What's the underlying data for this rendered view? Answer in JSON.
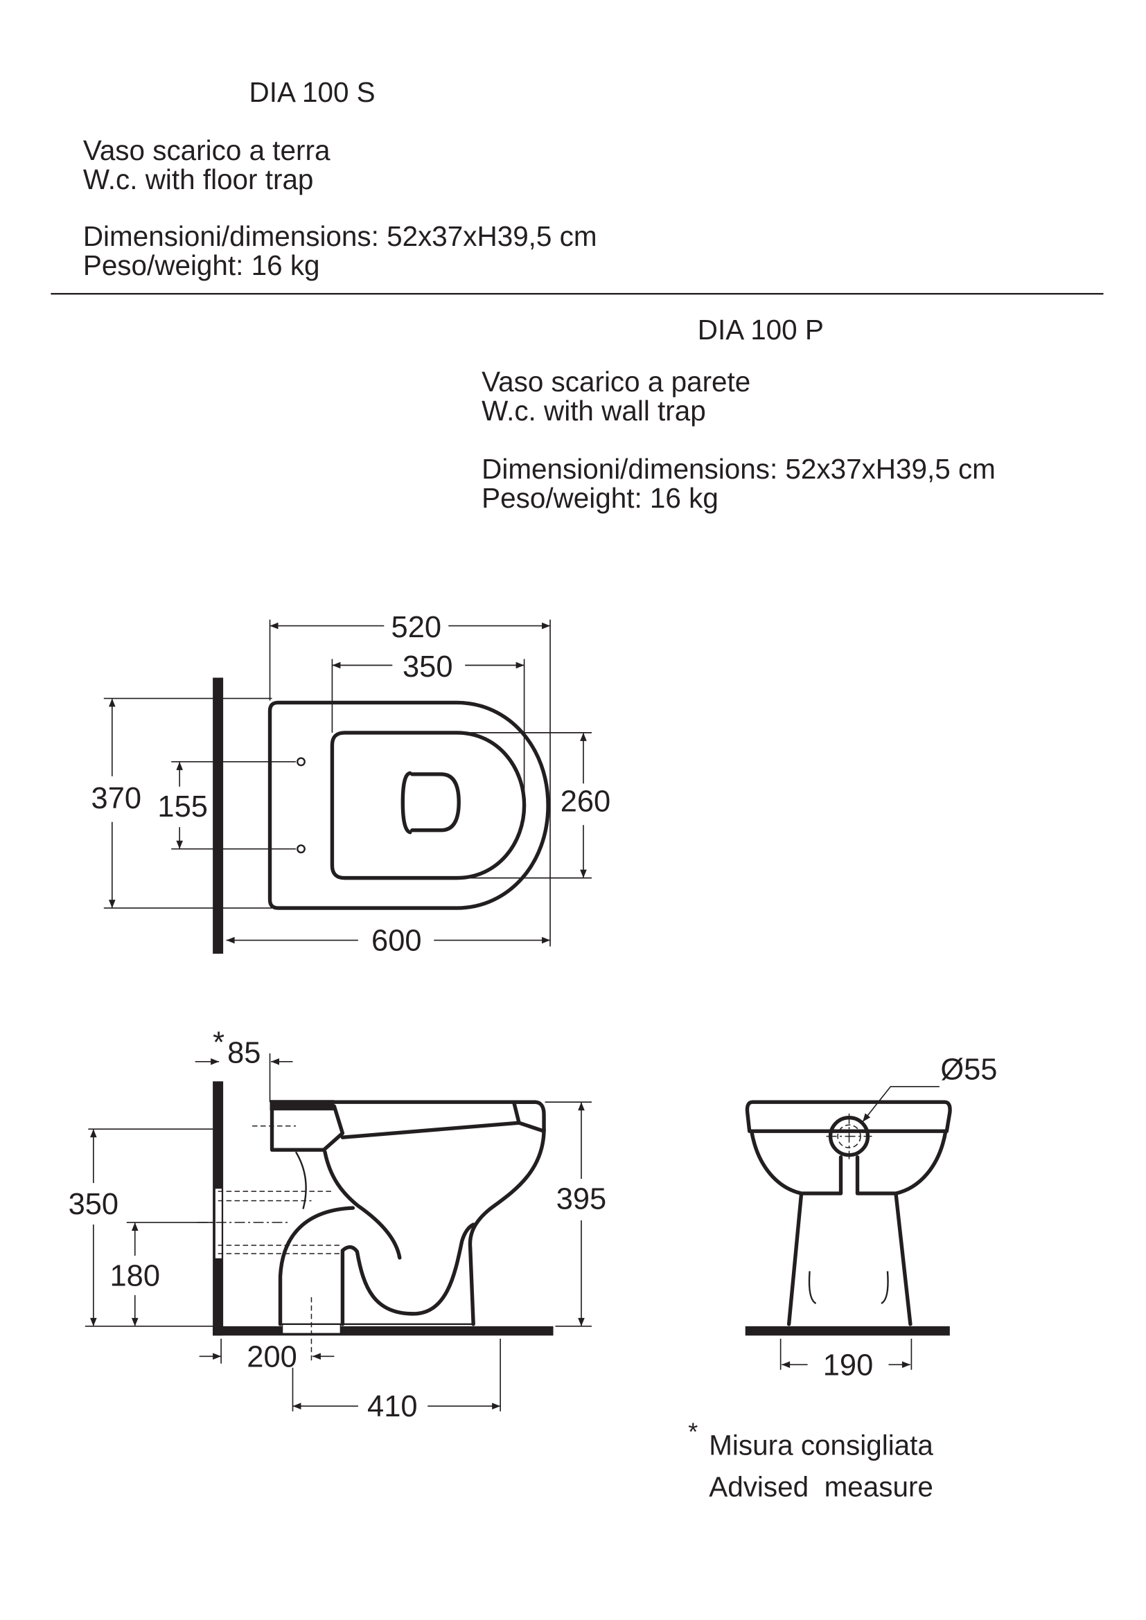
{
  "products": [
    {
      "code": "DIA 100 S",
      "name_it": "Vaso scarico a terra",
      "name_en": "W.c. with floor trap",
      "dimensions": "Dimensioni/dimensions: 52x37xH39,5 cm",
      "weight": "Peso/weight: 16 kg"
    },
    {
      "code": "DIA 100 P",
      "name_it": "Vaso scarico a parete",
      "name_en": "W.c. with wall trap",
      "dimensions": "Dimensioni/dimensions: 52x37xH39,5 cm",
      "weight": "Peso/weight: 16 kg"
    }
  ],
  "top_view": {
    "length_overall": "520",
    "seat_opening_length": "350",
    "width": "370",
    "fixing_holes_spacing": "155",
    "seat_opening_width": "260",
    "wall_to_front": "600"
  },
  "side_view": {
    "asterisk": "*",
    "wall_gap": "85",
    "wall_outlet_height": "350",
    "lower_outlet_height": "180",
    "height": "395",
    "floor_outlet_distance": "200",
    "fixing_distance": "410"
  },
  "front_view": {
    "inlet_diameter": "Ø55",
    "foot_width": "190"
  },
  "footnote": {
    "asterisk": "*",
    "text_it": "Misura consigliata",
    "text_en": "Advised  measure"
  }
}
